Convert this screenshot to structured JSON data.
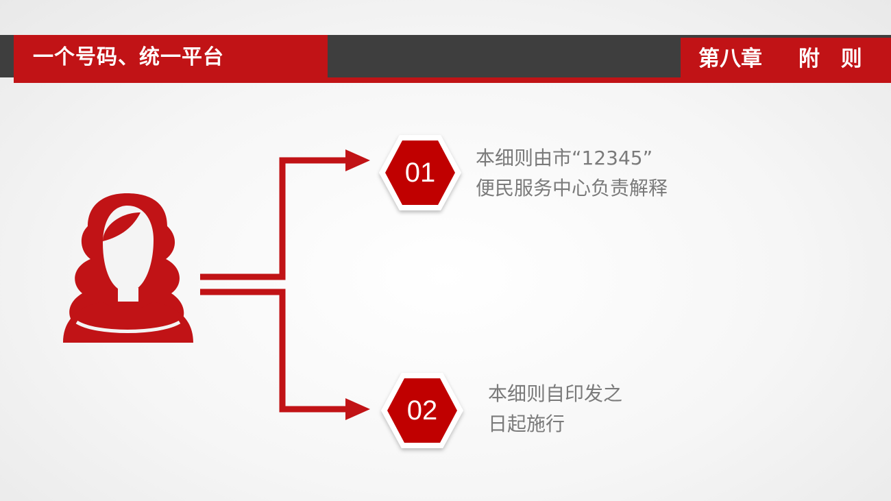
{
  "header": {
    "title": "一个号码、统一平台",
    "chapter": "第八章",
    "section": "附 则"
  },
  "icons": {
    "person": "woman-avatar-icon"
  },
  "colors": {
    "accent": "#c11316",
    "band": "#3e3e3e",
    "text": "#7a7a7a"
  },
  "steps": [
    {
      "number": "01",
      "lines": [
        "本细则由市“12345”",
        "便民服务中心负责解释"
      ]
    },
    {
      "number": "02",
      "lines": [
        "本细则自印发之",
        "日起施行"
      ]
    }
  ]
}
